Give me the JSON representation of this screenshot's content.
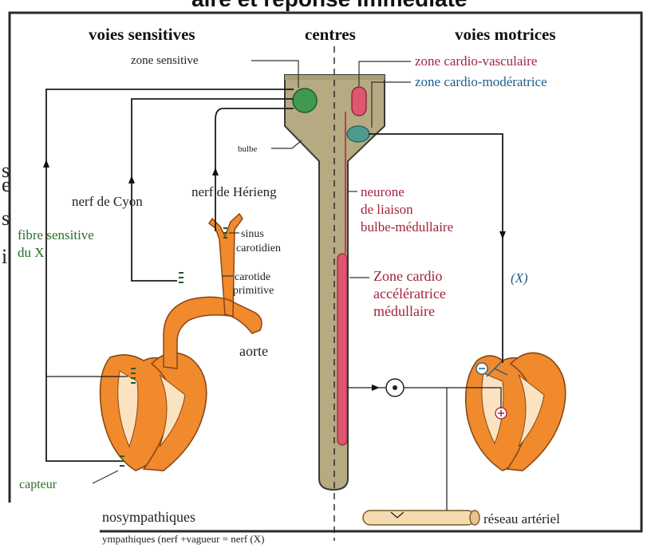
{
  "title_fragment": "aire et réponse immédiate",
  "left_edge_letters": [
    "s",
    "e",
    "s",
    "i"
  ],
  "headers": {
    "sensory": "voies sensitives",
    "centers": "centres",
    "motor": "voies motrices"
  },
  "labels": {
    "zone_sensitive": "zone sensitive",
    "zone_cardio_vasculaire": "zone cardio-vasculaire",
    "zone_cardio_moderatrice": "zone cardio-modératrice",
    "bulbe": "bulbe",
    "nerf_cyon": "nerf de Cyon",
    "nerf_hering": "nerf de Hérieng",
    "fibre_sensitive_1": "fibre sensitive",
    "fibre_sensitive_2": "du X",
    "sinus_1": "sinus",
    "sinus_2": "carotidien",
    "carotide_1": "carotide",
    "carotide_2": "primitive",
    "aorte": "aorte",
    "neurone_1": "neurone",
    "neurone_2": "de liaison",
    "neurone_3": "bulbe-médullaire",
    "zone_acc_1": "Zone cardio",
    "zone_acc_2": "accélératrice",
    "zone_acc_3": "médullaire",
    "x_label": "(X)",
    "capteur": "capteur",
    "reseau_arteriel": "réseau artériel",
    "legend_1": "nosympathiques",
    "legend_2": "ympathiques (nerf +vagueur = nerf (X)"
  },
  "colors": {
    "orange": "#f08a2c",
    "orange_dark": "#c6611a",
    "spine": "#b5aa82",
    "spine_edge": "#3a3a3a",
    "red_zone": "#e0566f",
    "sensory_green": "#3f9a4f",
    "moderatrice_teal": "#4f9a8e",
    "text_red": "#a3233b",
    "text_blue": "#1f5c8a"
  }
}
